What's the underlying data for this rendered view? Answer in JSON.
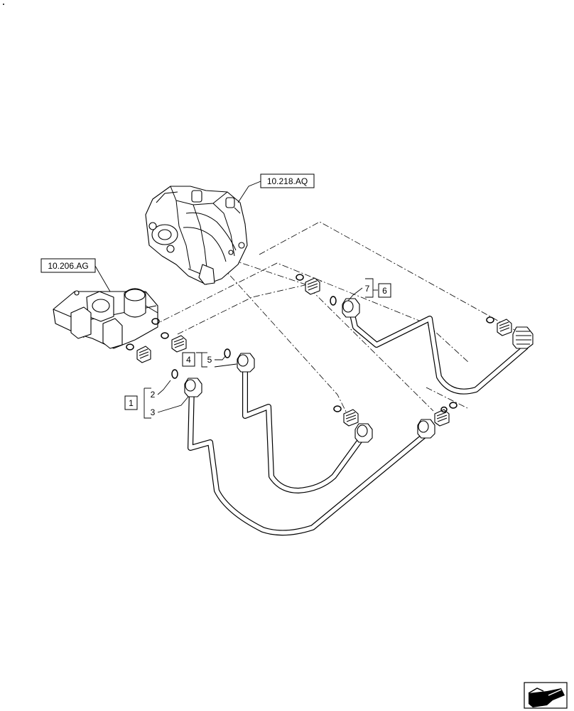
{
  "labels": {
    "ref_pump": "10.218.AQ",
    "ref_block": "10.206.AG",
    "item_1": "1",
    "item_2": "2",
    "item_3": "3",
    "item_4": "4",
    "item_5": "5",
    "item_6": "6",
    "item_7": "7"
  },
  "icons": {
    "corner_mark": "dot",
    "nav_corner": "arrow-icon"
  },
  "colors": {
    "line": "#000000",
    "background": "#ffffff"
  }
}
